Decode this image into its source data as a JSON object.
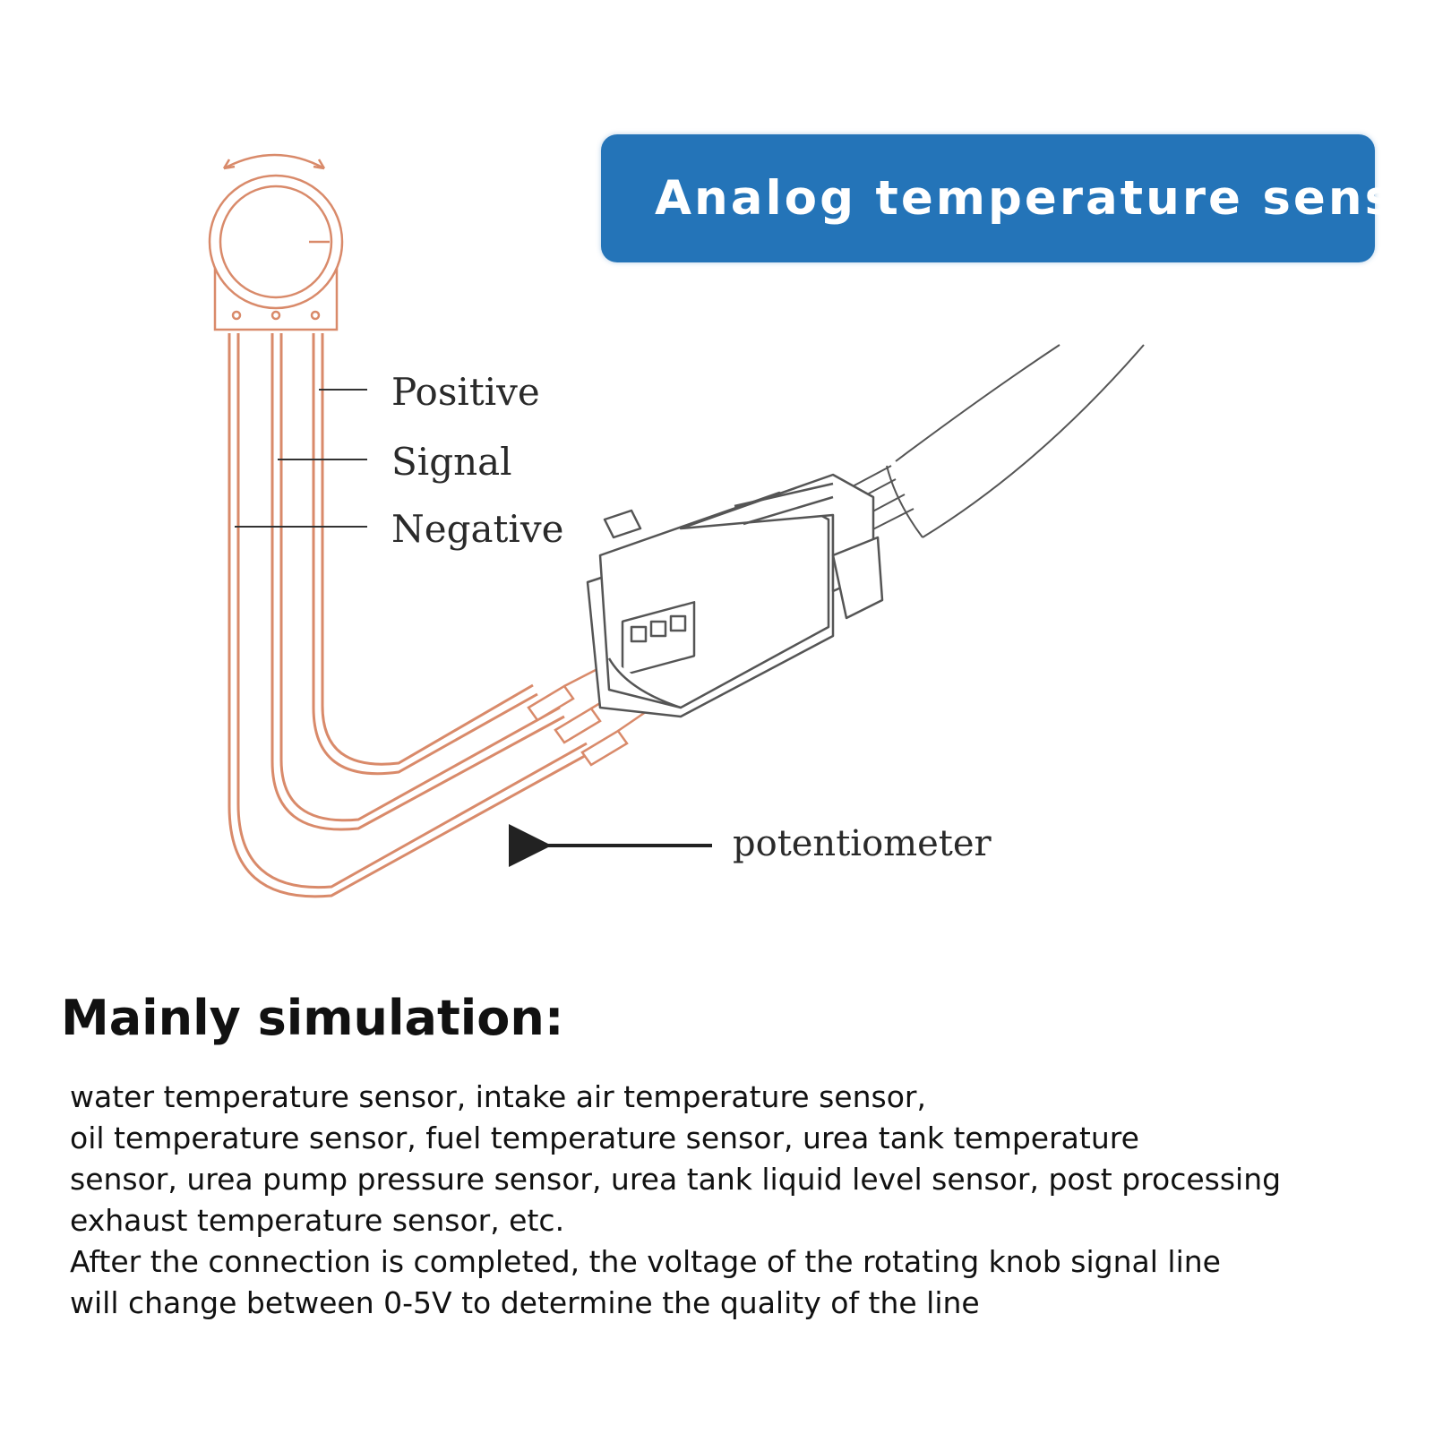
{
  "banner": {
    "title": "Analog temperature sensor"
  },
  "diagram": {
    "pin_labels": {
      "positive": "Positive",
      "signal": "Signal",
      "negative": "Negative"
    },
    "component_label": "potentiometer",
    "colors": {
      "wire": "#d98a6a",
      "connector": "#555555",
      "banner": "#2474b8"
    }
  },
  "section": {
    "heading": "Mainly simulation:",
    "lines": [
      "water temperature sensor, intake air temperature sensor,",
      "oil temperature sensor, fuel temperature sensor, urea tank temperature",
      "sensor, urea pump pressure sensor, urea tank liquid level sensor, post processing",
      "exhaust temperature sensor, etc.",
      "After the connection is completed, the voltage of the rotating knob signal line",
      "will change between 0-5V to determine the quality of the line"
    ]
  }
}
